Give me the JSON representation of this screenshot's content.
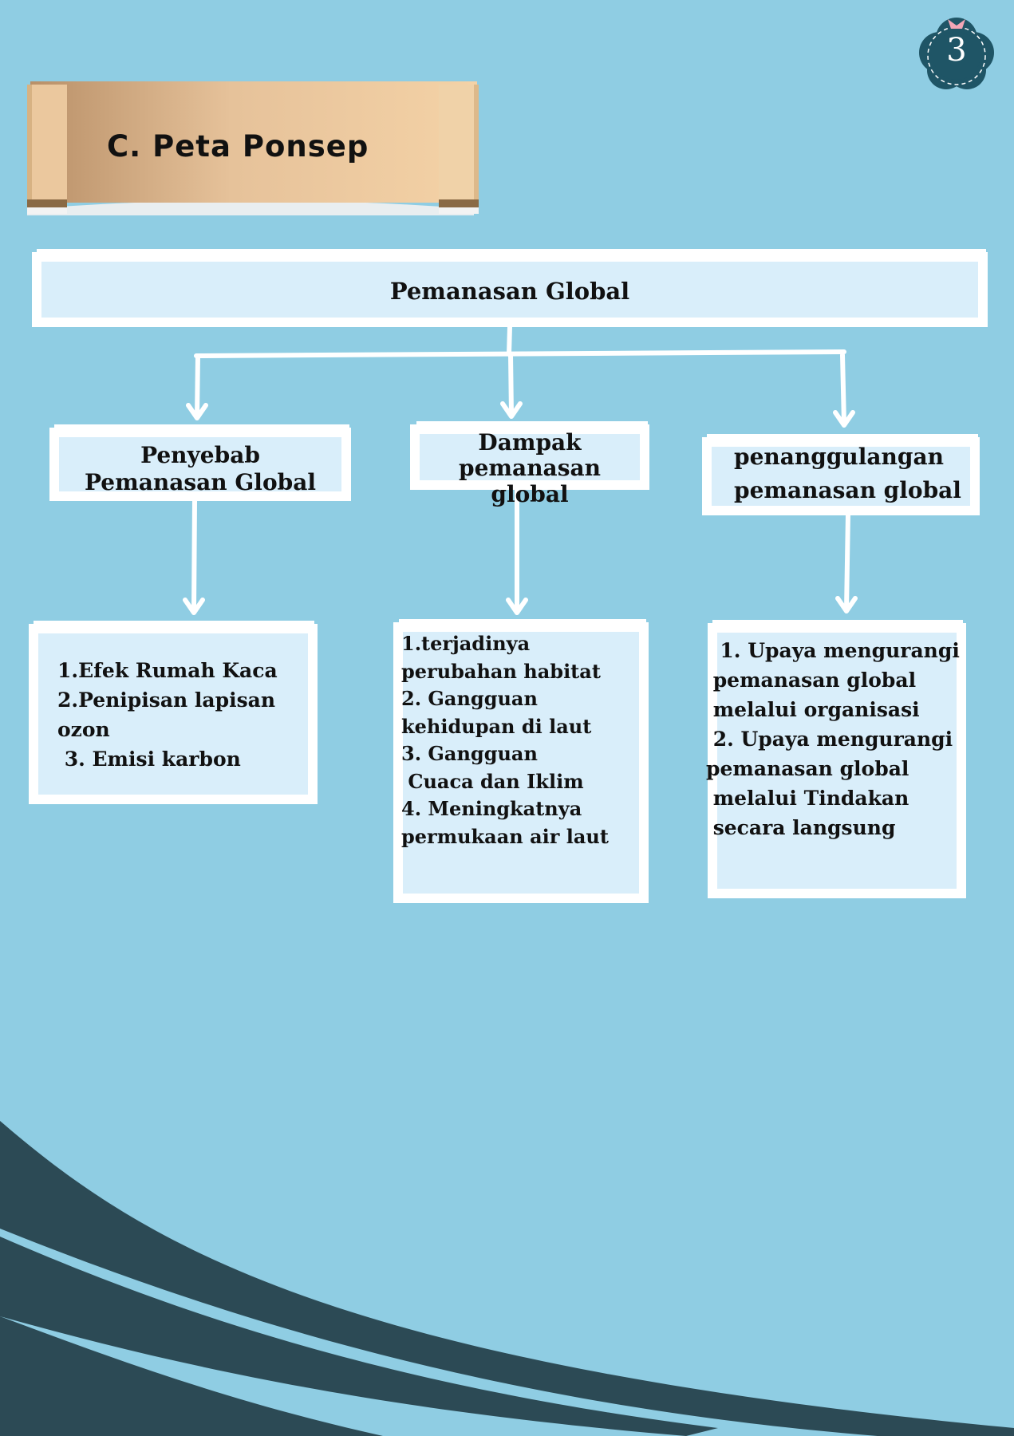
{
  "page_number": "3",
  "banner": {
    "title": "C. Peta Ponsep"
  },
  "colors": {
    "background": "#8fcde3",
    "box_fill": "#d9eefa",
    "box_border": "#ffffff",
    "wave": "#2c4a55",
    "badge": "#1f5566",
    "banner_tan": "#e8c59a"
  },
  "diagram": {
    "root": {
      "label": "Pemanasan Global"
    },
    "categories": [
      {
        "id": "penyebab",
        "label_lines": [
          "Penyebab",
          "Pemanasan Global"
        ],
        "items": [
          "1.Efek Rumah Kaca",
          "2.Penipisan lapisan",
          "ozon",
          " 3. Emisi karbon"
        ]
      },
      {
        "id": "dampak",
        "label_lines": [
          "Dampak",
          "pemanasan global"
        ],
        "items": [
          "1.terjadinya",
          "perubahan habitat",
          "2. Gangguan",
          "kehidupan di laut",
          "3. Gangguan",
          " Cuaca dan Iklim",
          "4. Meningkatnya",
          "permukaan air laut"
        ]
      },
      {
        "id": "penanggulangan",
        "label_lines": [
          "penanggulangan",
          "pemanasan global"
        ],
        "items": [
          "  1. Upaya mengurangi",
          " pemanasan global",
          " melalui organisasi",
          " 2. Upaya mengurangi",
          "pemanasan global",
          " melalui Tindakan",
          " secara langsung"
        ]
      }
    ]
  }
}
